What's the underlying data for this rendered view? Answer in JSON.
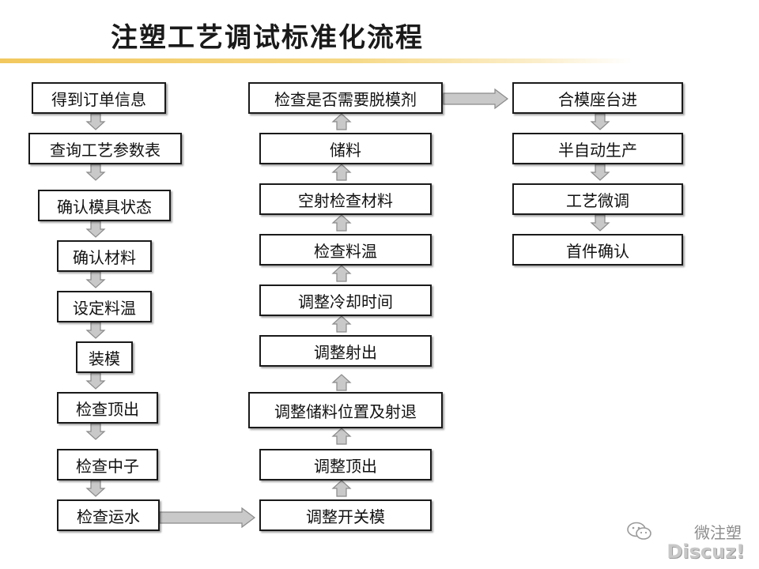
{
  "title": "注塑工艺调试标准化流程",
  "column_left": [
    "得到订单信息",
    "查询工艺参数表",
    "确认模具状态",
    "确认材料",
    "设定料温",
    "装模",
    "检查顶出",
    "检查中子",
    "检查运水"
  ],
  "column_middle_bottom_to_top": [
    "调整开关模",
    "调整顶出",
    "调整储料位置及射退",
    "调整射出",
    "调整冷却时间",
    "检查料温",
    "空射检查材料",
    "储料",
    "检查是否需要脱模剂"
  ],
  "column_right": [
    "合模座台进",
    "半自动生产",
    "工艺微调",
    "首件确认"
  ],
  "watermark": {
    "account": "微注塑",
    "site": "Discuz!"
  },
  "colors": {
    "arrow_fill": "#c9c9c9",
    "arrow_stroke": "#8a8a8a",
    "title_bar": "#f2c85e"
  }
}
